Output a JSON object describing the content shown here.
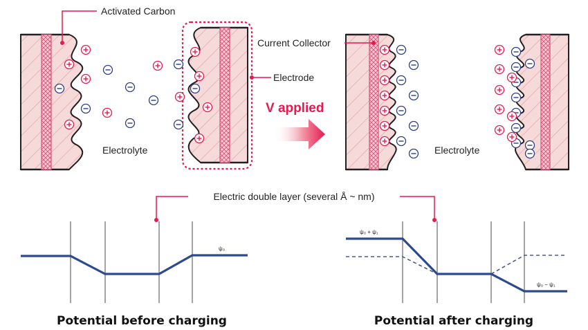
{
  "labels": {
    "activated_carbon": "Activated Carbon",
    "current_collector": "Current Collector",
    "electrode": "Electrode",
    "v_applied": "V applied",
    "electrolyte_left": "Electrolyte",
    "electrolyte_right": "Electrolyte",
    "double_layer": "Electric double layer (several Å ~ nm)"
  },
  "potential": {
    "before_caption": "Potential before charging",
    "after_caption": "Potential after charging",
    "psi0": "ψ₀",
    "psi0_plus_psi1": "ψ₀ + ψ₁",
    "psi0_minus_psi1": "ψ₀ − ψ₁"
  },
  "colors": {
    "electrode_fill": "#f6d9d9",
    "hatch": "#e2a7a7",
    "collector": "#d9537a",
    "accent": "#e8194c",
    "anion": "#2c3e7e",
    "curve": "#2d4a8f"
  },
  "icons": {
    "cation": "circled-plus-icon",
    "anion": "circled-minus-icon",
    "arrow": "right-arrow-icon"
  }
}
